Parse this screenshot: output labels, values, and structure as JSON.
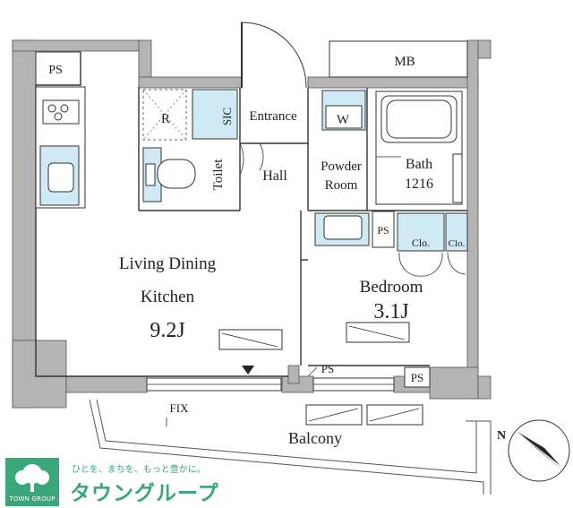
{
  "rooms": {
    "ldk_line1": "Living Dining",
    "ldk_line2": "Kitchen",
    "ldk_size": "9.2J",
    "bedroom": "Bedroom",
    "bedroom_size": "3.1J",
    "bath": "Bath",
    "bath_size": "1216",
    "powder_line1": "Powder",
    "powder_line2": "Room",
    "toilet": "Toilet",
    "hall": "Hall",
    "entrance": "Entrance",
    "sic": "SIC",
    "washer": "W",
    "refrigerator": "R",
    "closet1": "Clo.",
    "closet2": "Clo.",
    "balcony": "Balcony"
  },
  "labels": {
    "ps_top_left": "PS",
    "mb": "MB",
    "ps_bath": "PS",
    "ps_bottom_mid": "PS",
    "ps_bottom_right": "PS",
    "fix": "FIX",
    "north": "N"
  },
  "logo": {
    "name": "TOWN GROUP",
    "tagline": "ひとを、まちを、もっと豊かに。",
    "brand": "タウングループ"
  },
  "colors": {
    "wall": "#b4b4b4",
    "line": "#333333",
    "fixture": "#cfe9f5",
    "brand": "#3aa77a"
  }
}
